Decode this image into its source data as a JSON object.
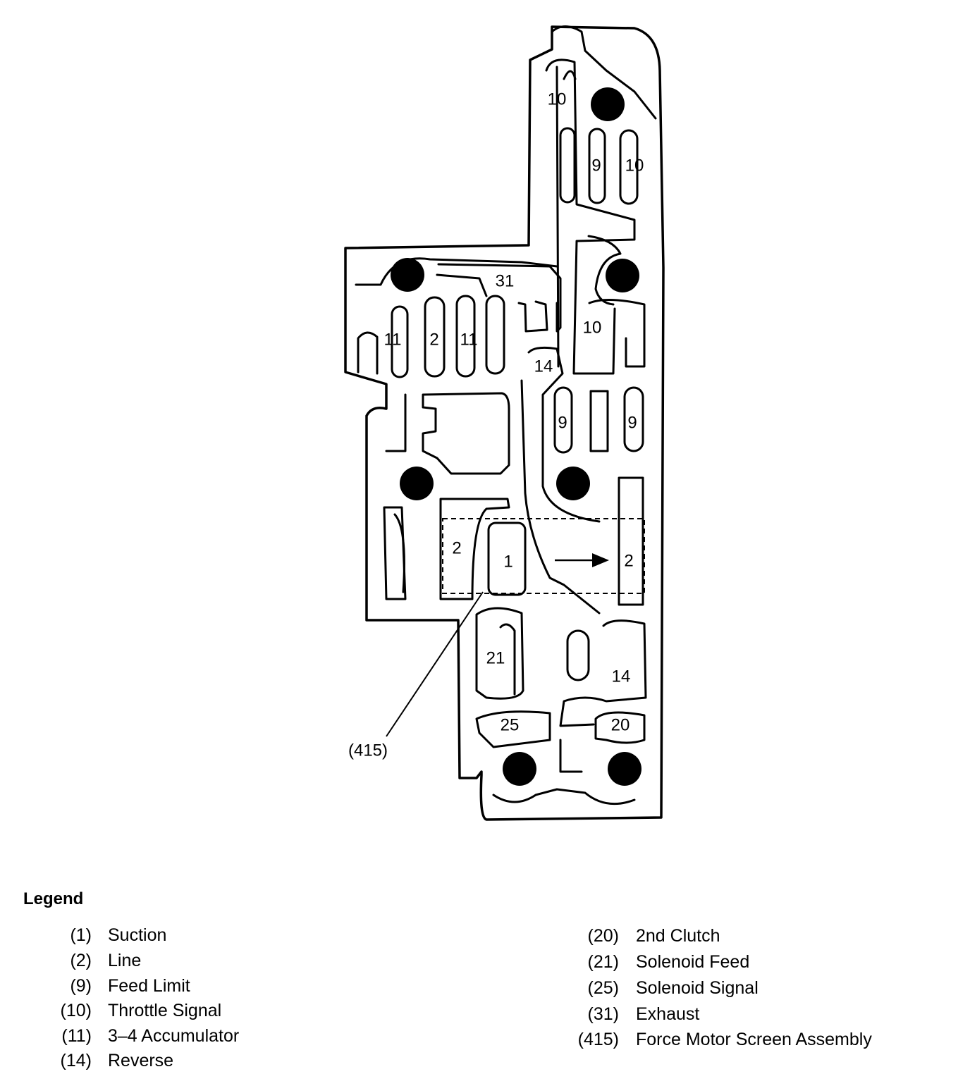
{
  "diagram": {
    "channel_labels": {
      "c10a": "10",
      "c9a": "9",
      "c10b": "10",
      "c31": "31",
      "c11a": "11",
      "c2a": "2",
      "c11b": "11",
      "c10c": "10",
      "c14a": "14",
      "c9b": "9",
      "c9c": "9",
      "c2b": "2",
      "c1": "1",
      "c2c": "2",
      "c21": "21",
      "c14b": "14",
      "c25": "25",
      "c20": "20"
    },
    "callout": "(415)"
  },
  "legend": {
    "title": "Legend",
    "left": [
      {
        "num": "(1)",
        "text": "Suction"
      },
      {
        "num": "(2)",
        "text": "Line"
      },
      {
        "num": "(9)",
        "text": "Feed Limit"
      },
      {
        "num": "(10)",
        "text": "Throttle Signal"
      },
      {
        "num": "(11)",
        "text": "3–4 Accumulator"
      },
      {
        "num": "(14)",
        "text": "Reverse"
      }
    ],
    "right": [
      {
        "num": "(20)",
        "text": "2nd Clutch"
      },
      {
        "num": "(21)",
        "text": "Solenoid Feed"
      },
      {
        "num": "(25)",
        "text": "Solenoid Signal"
      },
      {
        "num": "(31)",
        "text": "Exhaust"
      },
      {
        "num": "(415)",
        "text": "Force Motor Screen Assembly"
      }
    ]
  }
}
